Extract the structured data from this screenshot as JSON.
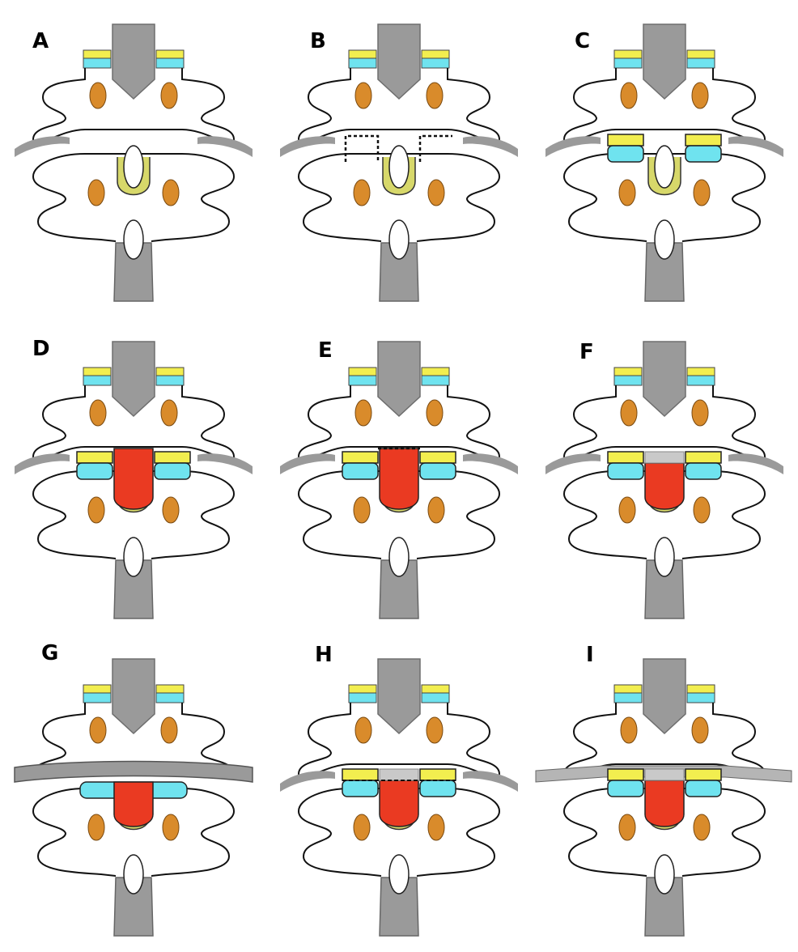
{
  "colors": {
    "outline": "#111111",
    "gray": "#9a9a9a",
    "gray_light": "#b5b5b5",
    "yellow": "#f2ee4f",
    "cyan": "#6fe3ef",
    "orange": "#d98b2b",
    "olive": "#d7d86a",
    "red": "#ea3a22"
  },
  "panels": [
    {
      "label": "A",
      "stage": "intact"
    },
    {
      "label": "B",
      "stage": "cut-outline"
    },
    {
      "label": "C",
      "stage": "facets-removed"
    },
    {
      "label": "D",
      "stage": "graft-inserted"
    },
    {
      "label": "E",
      "stage": "graft-cut-line"
    },
    {
      "label": "F",
      "stage": "graft-trimmed"
    },
    {
      "label": "G",
      "stage": "plate-joined"
    },
    {
      "label": "H",
      "stage": "plate-dashed"
    },
    {
      "label": "I",
      "stage": "plate-separated"
    }
  ]
}
